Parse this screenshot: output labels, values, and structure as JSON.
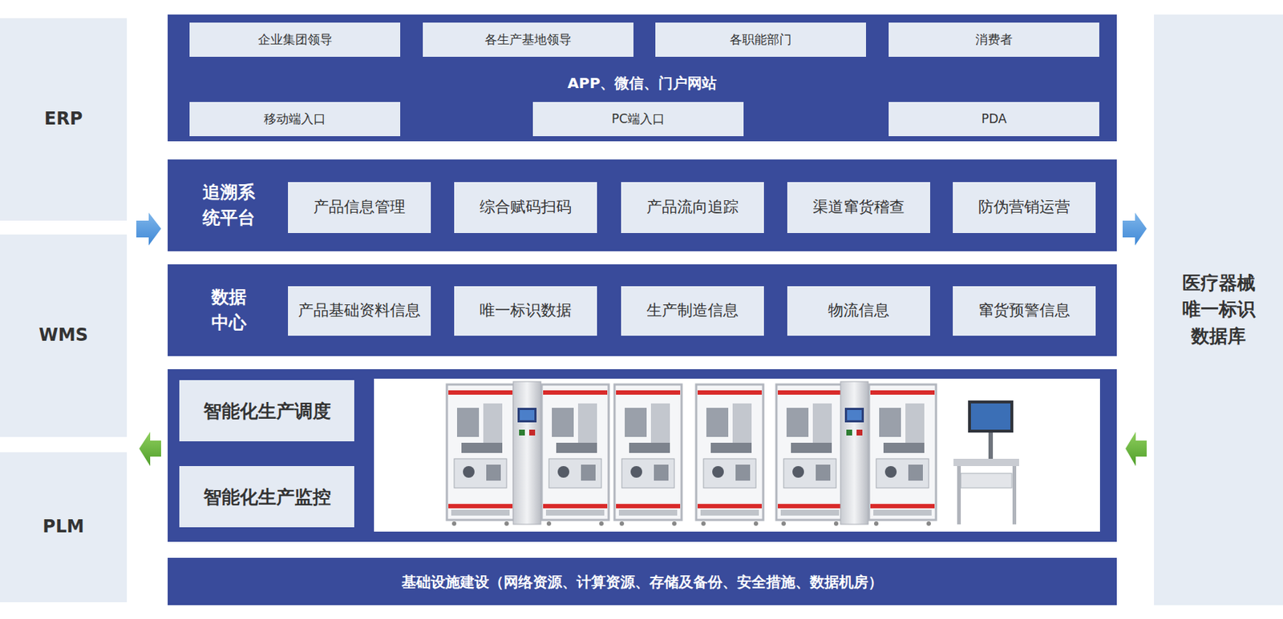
{
  "diagram": {
    "nodes": [
      {
        "text": [
          "ERP"
        ]
      },
      {
        "text": [
          "WMS"
        ]
      },
      {
        "text": [
          "PLM"
        ]
      },
      {
        "text": [
          "APP、微信、门户网站"
        ]
      },
      {
        "text": [
          "企业集团领导"
        ],
        "in": 3
      },
      {
        "text": [
          "各生产基地领导"
        ],
        "in": 3
      },
      {
        "text": [
          "各职能部门"
        ],
        "in": 3
      },
      {
        "text": [
          "消费者"
        ],
        "in": 3
      },
      {
        "text": [
          "移动端入口"
        ],
        "in": 3
      },
      {
        "text": [
          "PC端入口"
        ],
        "in": 3
      },
      {
        "text": [
          "PDA"
        ],
        "in": 3
      },
      {
        "text": [
          "追溯系 统平台"
        ]
      },
      {
        "text": [
          "产品信息管理"
        ],
        "in": 11
      },
      {
        "text": [
          "综合赋码扫码"
        ],
        "in": 11
      },
      {
        "text": [
          "产品流向追踪"
        ],
        "in": 11
      },
      {
        "text": [
          "渠道窜货稽查"
        ],
        "in": 11
      },
      {
        "text": [
          "防伪营销运营"
        ],
        "in": 11
      },
      {
        "text": [
          "数据 中心"
        ]
      },
      {
        "text": [
          "产品基础资料信息"
        ],
        "in": 17
      },
      {
        "text": [
          "唯一标识数据"
        ],
        "in": 17
      },
      {
        "text": [
          "生产制造信息"
        ],
        "in": 17
      },
      {
        "text": [
          "物流信息"
        ],
        "in": 17
      },
      {
        "text": [
          "窜货预警信息"
        ],
        "in": 17
      },
      {
        "text": []
      },
      {
        "text": [
          "智能化生产调度"
        ],
        "in": 23
      },
      {
        "text": [
          "智能化生产监控"
        ],
        "in": 23
      },
      {
        "text": [
          "基础设施建设（网络资源、计算资源、存储及备份、安全措施、数据机房）"
        ]
      },
      {
        "text": [
          "医疗器械 唯一标识 数据库"
        ]
      }
    ]
  }
}
